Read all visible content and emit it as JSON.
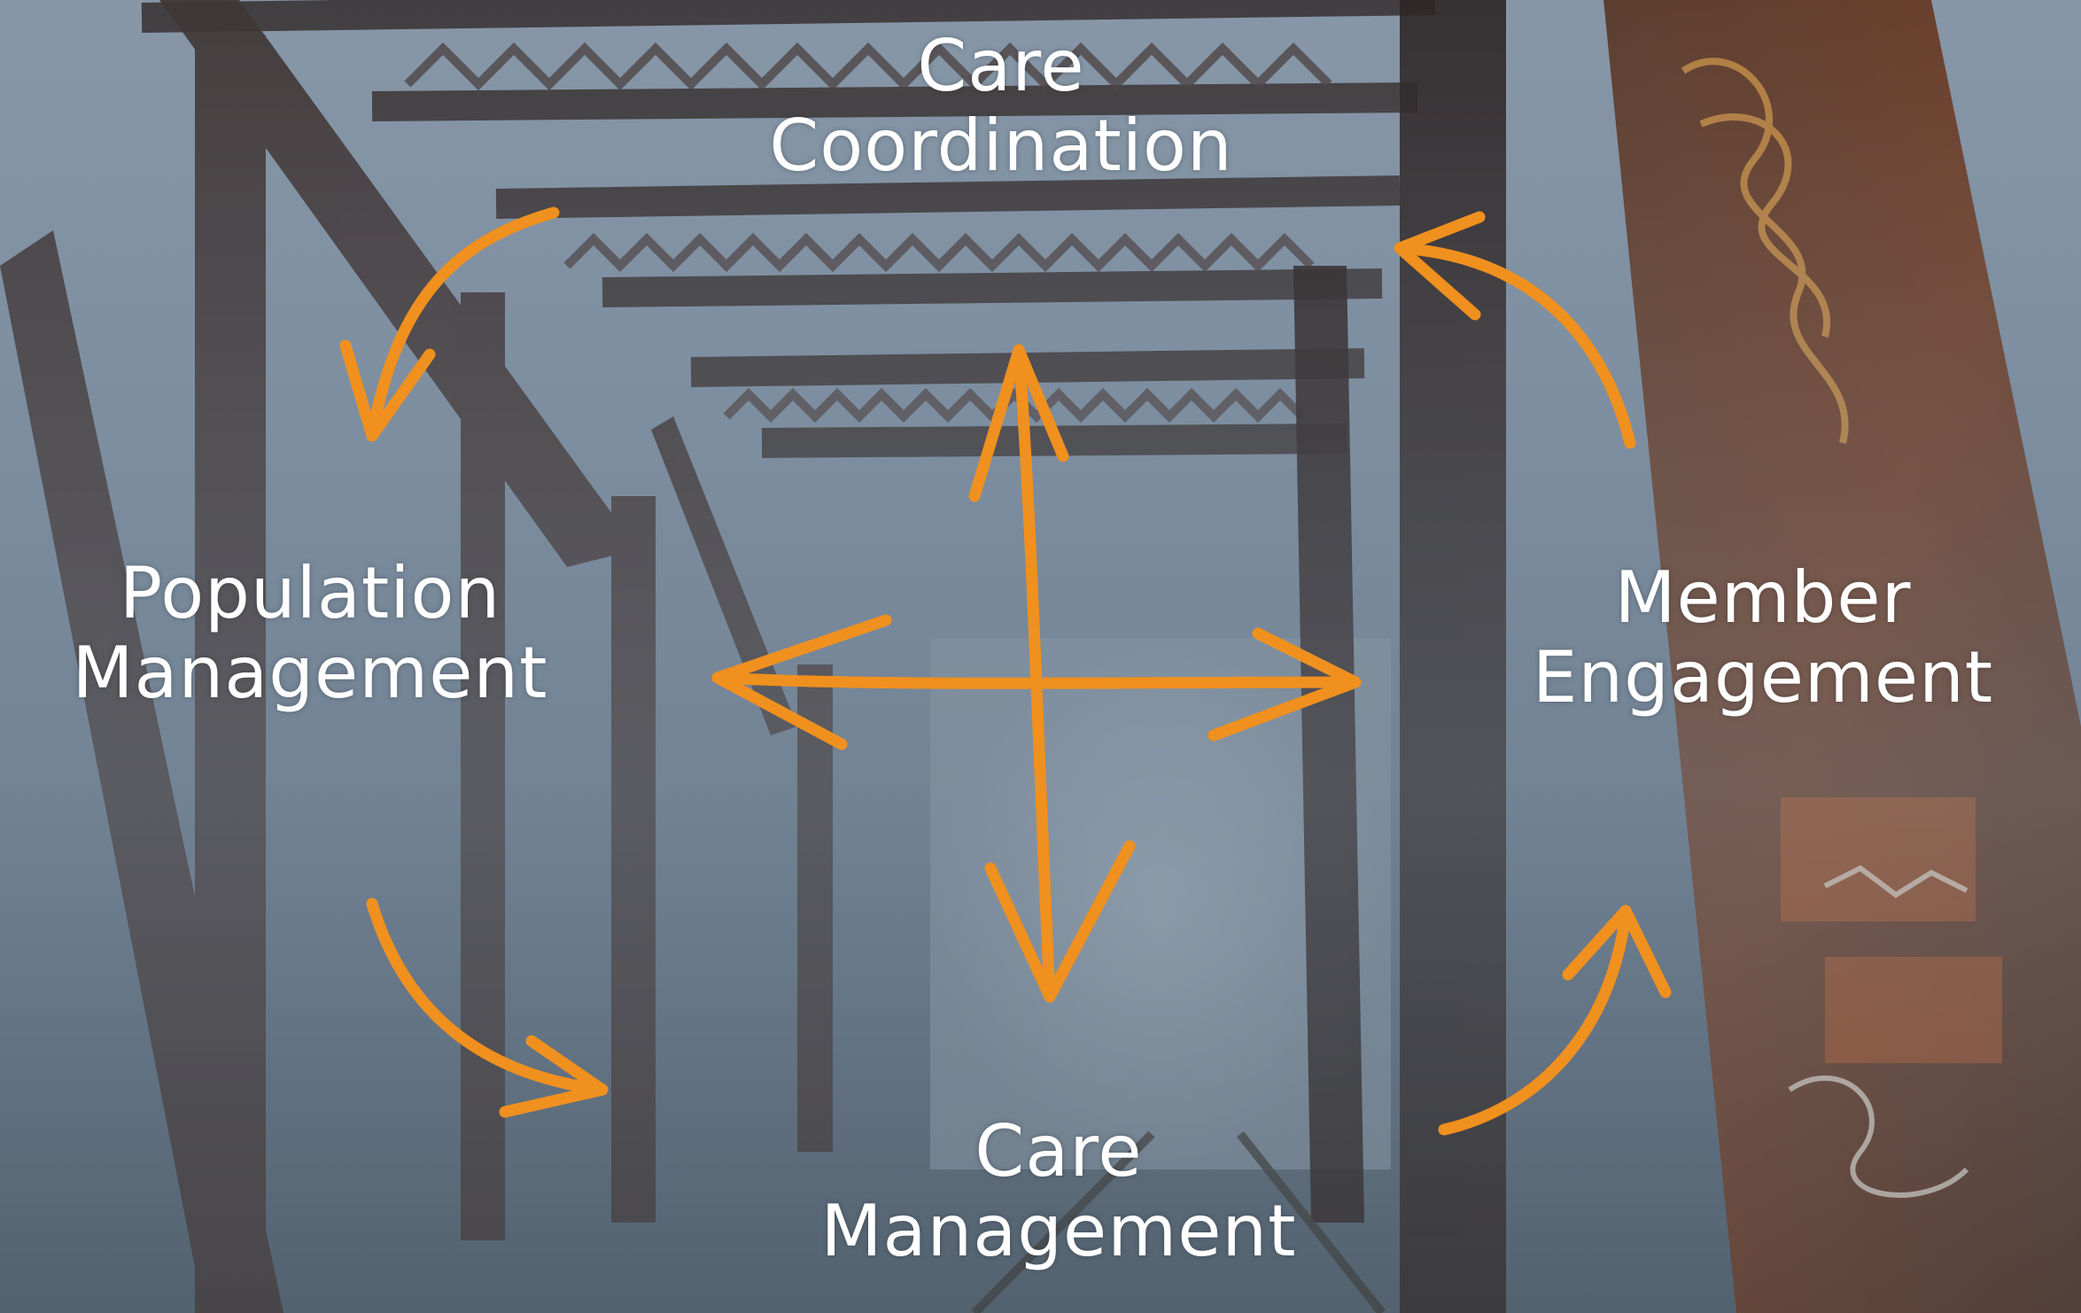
{
  "diagram": {
    "nodes": {
      "top": {
        "line1": "Care",
        "line2": "Coordination"
      },
      "left": {
        "line1": "Population",
        "line2": "Management"
      },
      "right": {
        "line1": "Member",
        "line2": "Engagement"
      },
      "bottom": {
        "line1": "Care",
        "line2": "Management"
      }
    },
    "accent_color": "#f0901e",
    "text_color": "#ffffff",
    "flow": [
      {
        "from": "top",
        "to": "left"
      },
      {
        "from": "left",
        "to": "bottom"
      },
      {
        "from": "bottom",
        "to": "right"
      },
      {
        "from": "right",
        "to": "top"
      }
    ],
    "center_cross": "double-headed arrows up/down and left/right"
  }
}
